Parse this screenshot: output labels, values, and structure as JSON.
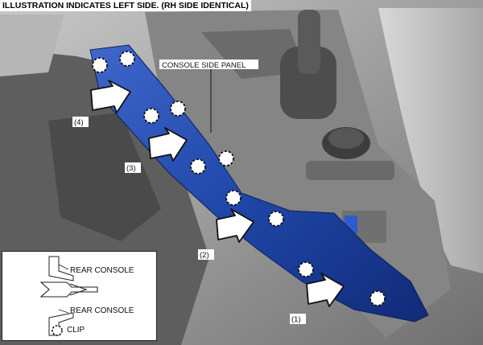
{
  "header": {
    "title": "ILLUSTRATION INDICATES LEFT SIDE. (RH SIDE IDENTICAL)"
  },
  "callouts": {
    "panel": "CONSOLE SIDE PANEL"
  },
  "steps": {
    "s1": "(1)",
    "s2": "(2)",
    "s3": "(3)",
    "s4": "(4)"
  },
  "legend": {
    "rear_console_top": "REAR CONSOLE",
    "rear_console_bottom": "REAR CONSOLE",
    "clip": "CLIP"
  },
  "colors": {
    "panel": "#1f47a8",
    "clip": "#ffffff"
  }
}
